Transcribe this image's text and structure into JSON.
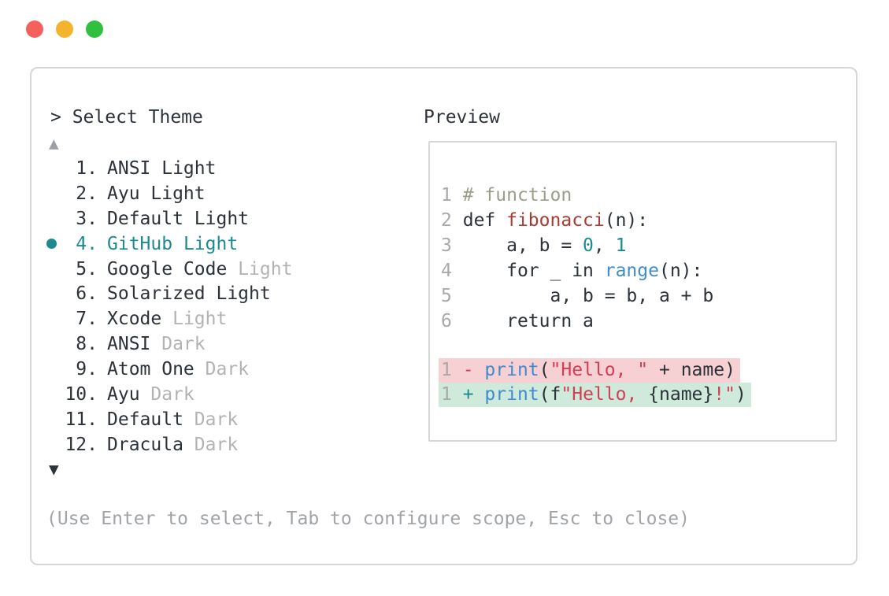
{
  "colors": {
    "accent_teal": "#1b8b8f",
    "text_dark": "#2c323a",
    "muted_gray": "#b3b3b3",
    "footer_gray": "#a0a4a8",
    "linenum_gray": "#a9a9a9",
    "scroll_up_gray": "#9aa0a6",
    "comment_olive": "#9a9e8a",
    "func_red": "#a63c34",
    "string_crimson": "#d43d56",
    "call_blue": "#3e8ccf",
    "removed_bg": "#f6d0d2",
    "added_bg": "#cfe9da",
    "border_gray": "#d6d6d6",
    "traffic_red": "#f4605c",
    "traffic_yellow": "#f3b32d",
    "traffic_green": "#30bf3e"
  },
  "theme_picker": {
    "title": "> Select Theme",
    "scroll_up_indicator": "▲",
    "scroll_down_indicator": "▼",
    "footer": "(Use Enter to select, Tab to configure scope, Esc to close)",
    "items": [
      {
        "number": "1.",
        "name": "ANSI",
        "variant": "Light",
        "variant_muted": false,
        "selected": false
      },
      {
        "number": "2.",
        "name": "Ayu",
        "variant": "Light",
        "variant_muted": false,
        "selected": false
      },
      {
        "number": "3.",
        "name": "Default",
        "variant": "Light",
        "variant_muted": false,
        "selected": false
      },
      {
        "number": "4.",
        "name": "GitHub",
        "variant": "Light",
        "variant_muted": false,
        "selected": true
      },
      {
        "number": "5.",
        "name": "Google Code",
        "variant": "Light",
        "variant_muted": true,
        "selected": false
      },
      {
        "number": "6.",
        "name": "Solarized",
        "variant": "Light",
        "variant_muted": false,
        "selected": false
      },
      {
        "number": "7.",
        "name": "Xcode",
        "variant": "Light",
        "variant_muted": true,
        "selected": false
      },
      {
        "number": "8.",
        "name": "ANSI",
        "variant": "Dark",
        "variant_muted": true,
        "selected": false
      },
      {
        "number": "9.",
        "name": "Atom One",
        "variant": "Dark",
        "variant_muted": true,
        "selected": false
      },
      {
        "number": "10.",
        "name": "Ayu",
        "variant": "Dark",
        "variant_muted": true,
        "selected": false
      },
      {
        "number": "11.",
        "name": "Default",
        "variant": "Dark",
        "variant_muted": true,
        "selected": false
      },
      {
        "number": "12.",
        "name": "Dracula",
        "variant": "Dark",
        "variant_muted": true,
        "selected": false
      }
    ]
  },
  "preview": {
    "title": "Preview",
    "code_lines": [
      {
        "num": "1",
        "tokens": [
          {
            "t": "# function",
            "c": "comment"
          }
        ]
      },
      {
        "num": "2",
        "tokens": [
          {
            "t": "def ",
            "c": "text"
          },
          {
            "t": "fibonacci",
            "c": "red"
          },
          {
            "t": "(n):",
            "c": "text"
          }
        ]
      },
      {
        "num": "3",
        "tokens": [
          {
            "t": "    a, b = ",
            "c": "text"
          },
          {
            "t": "0",
            "c": "teal"
          },
          {
            "t": ", ",
            "c": "text"
          },
          {
            "t": "1",
            "c": "teal"
          }
        ]
      },
      {
        "num": "4",
        "tokens": [
          {
            "t": "    for _ in ",
            "c": "text"
          },
          {
            "t": "range",
            "c": "blue"
          },
          {
            "t": "(n):",
            "c": "text"
          }
        ]
      },
      {
        "num": "5",
        "tokens": [
          {
            "t": "        a, b = b, a + b",
            "c": "text"
          }
        ]
      },
      {
        "num": "6",
        "tokens": [
          {
            "t": "    return a",
            "c": "text"
          }
        ]
      }
    ],
    "diff_lines": [
      {
        "num": "1",
        "kind": "removed",
        "tokens": [
          {
            "t": "- ",
            "c": "crimson"
          },
          {
            "t": "print",
            "c": "blue"
          },
          {
            "t": "(",
            "c": "text"
          },
          {
            "t": "\"Hello, \"",
            "c": "crimson"
          },
          {
            "t": " + name)",
            "c": "text"
          }
        ]
      },
      {
        "num": "1",
        "kind": "added",
        "tokens": [
          {
            "t": "+ ",
            "c": "teal"
          },
          {
            "t": "print",
            "c": "blue"
          },
          {
            "t": "(f",
            "c": "text"
          },
          {
            "t": "\"Hello, ",
            "c": "crimson"
          },
          {
            "t": "{name}",
            "c": "text"
          },
          {
            "t": "!\"",
            "c": "crimson"
          },
          {
            "t": ")",
            "c": "text"
          }
        ]
      }
    ]
  }
}
